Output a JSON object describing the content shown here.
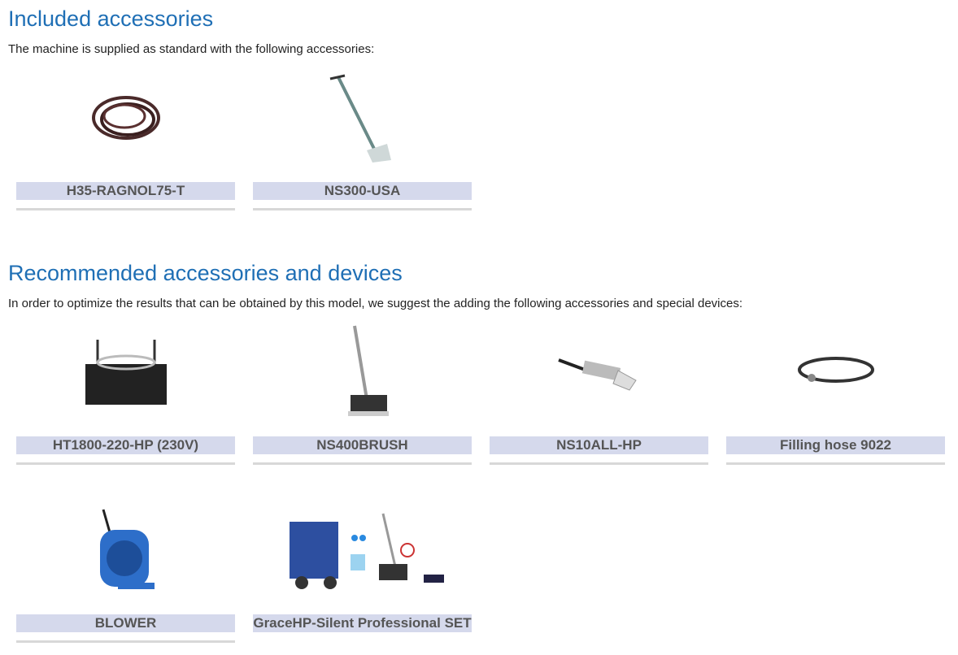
{
  "included": {
    "heading": "Included accessories",
    "intro": "The machine is supplied as standard with the following accessories:",
    "items": [
      {
        "label": "H35-RAGNOL75-T",
        "icon": "hose-coil-image"
      },
      {
        "label": "NS300-USA",
        "icon": "wand-image"
      }
    ]
  },
  "recommended": {
    "heading": "Recommended accessories and devices",
    "intro": "In order to optimize the results that can be obtained by this model, we suggest the adding the following accessories and special devices:",
    "items": [
      {
        "label": "HT1800-220-HP (230V)",
        "icon": "heater-box-image"
      },
      {
        "label": "NS400BRUSH",
        "icon": "brush-wand-image"
      },
      {
        "label": "NS10ALL-HP",
        "icon": "hand-tool-image"
      },
      {
        "label": "Filling hose 9022",
        "icon": "filling-hose-image"
      },
      {
        "label": "BLOWER",
        "icon": "blower-image"
      },
      {
        "label": "GraceHP-Silent Professional SET",
        "icon": "set-image"
      }
    ]
  }
}
